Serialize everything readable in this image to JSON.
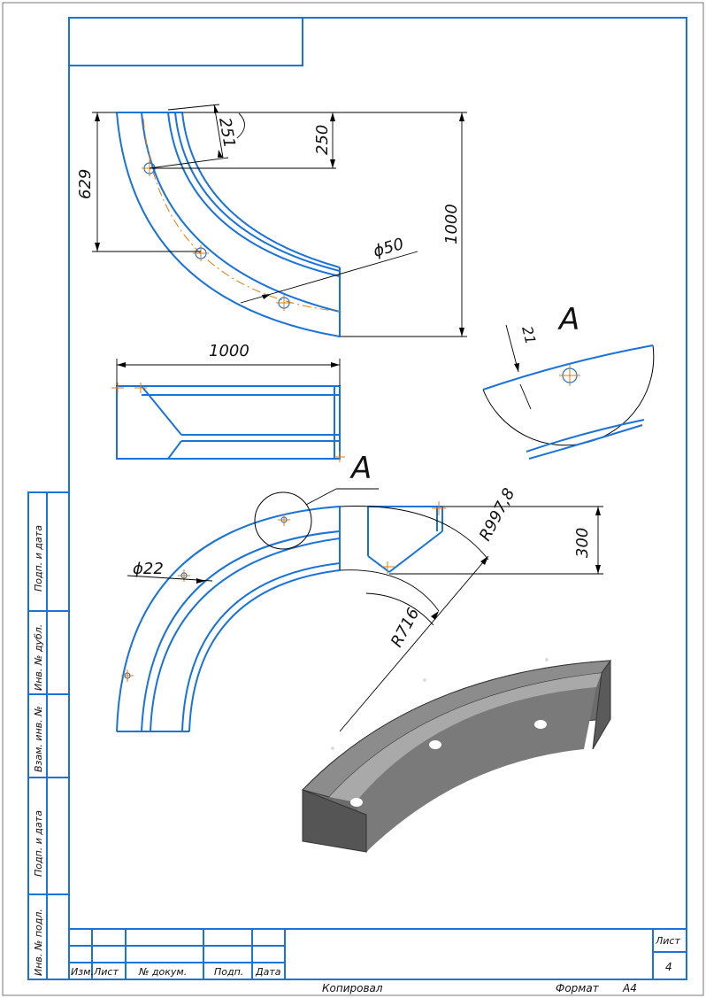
{
  "dimensions": {
    "d629": "629",
    "d251": "251",
    "d250": "250",
    "d1000_vertical": "1000",
    "d50": "ϕ50",
    "d1000_horizontal": "1000",
    "d21": "21",
    "d22": "ϕ22",
    "r997": "R997,8",
    "d300": "300",
    "r716": "R716"
  },
  "views": {
    "detail_label_top": "A",
    "detail_label_callout": "A"
  },
  "side_stamp": {
    "podp_data_1": "Подп. и дата",
    "inv_dubl": "Инв. № дубл.",
    "vzam_inv": "Взам. инв. №",
    "podp_data_2": "Подп. и дата",
    "inv_podl": "Инв. № подл."
  },
  "title_block": {
    "izm": "Изм.",
    "list": "Лист",
    "n_dokum": "№ докум.",
    "podp": "Подп.",
    "data": "Дата",
    "sheet_label": "Лист",
    "sheet_number": "4"
  },
  "footer": {
    "copied": "Копировал",
    "format_label": "Формат",
    "format_value": "А4"
  }
}
